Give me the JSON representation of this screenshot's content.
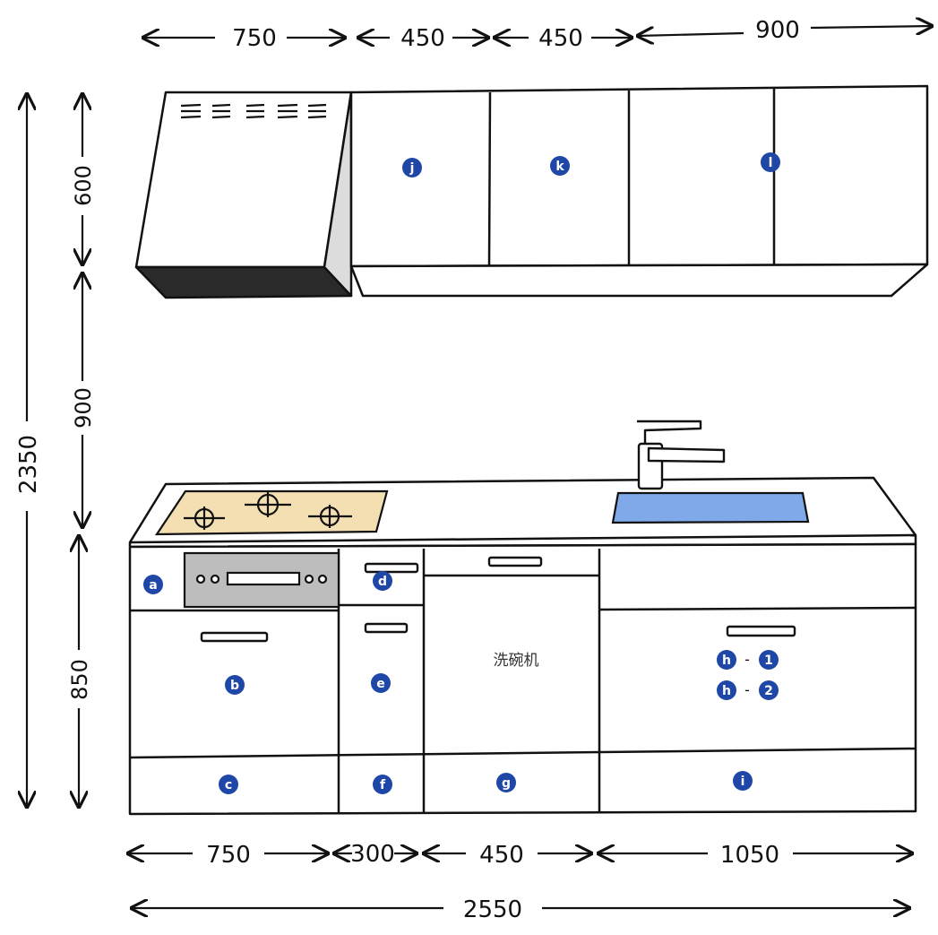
{
  "dimensions": {
    "top": [
      "750",
      "450",
      "450",
      "900"
    ],
    "left_total": "2350",
    "left_parts": [
      "600",
      "900",
      "850"
    ],
    "bottom": [
      "750",
      "300",
      "450",
      "1050"
    ],
    "bottom_total": "2550"
  },
  "labels": {
    "a": "a",
    "b": "b",
    "c": "c",
    "d": "d",
    "e": "e",
    "f": "f",
    "g": "g",
    "h": "h",
    "i": "i",
    "j": "j",
    "k": "k",
    "l": "l",
    "n1": "1",
    "n2": "2",
    "dash": "-"
  },
  "dishwasher_text": "洗碗机",
  "colors": {
    "badge": "#1f47a8",
    "sink": "#7fa9e8",
    "stovetop": "#f3dfb2",
    "panel": "#bdbdbd",
    "hood_underside": "#2a2a2a"
  }
}
